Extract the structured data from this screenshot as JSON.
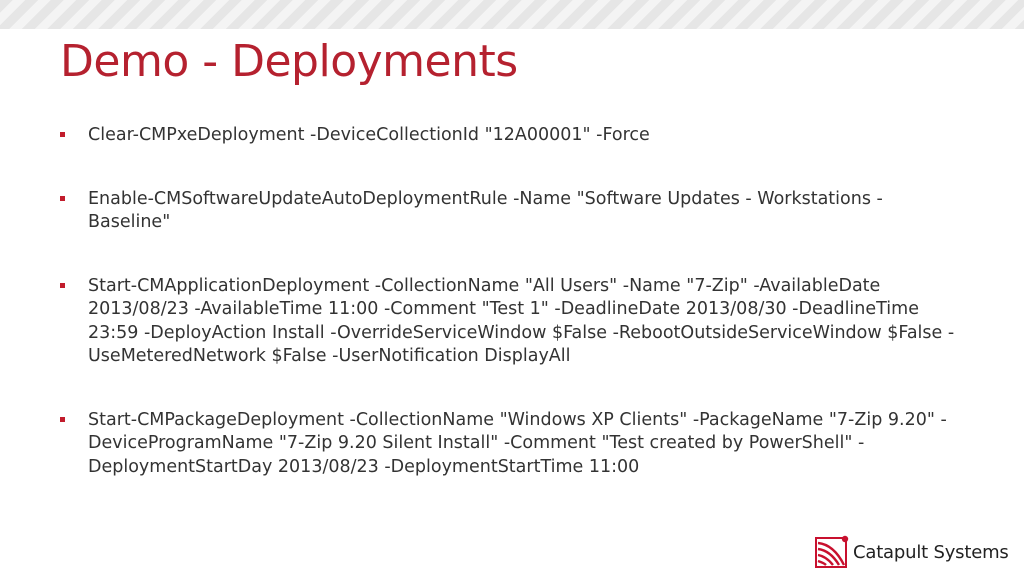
{
  "slide": {
    "title": "Demo - Deployments",
    "bullets": [
      "Clear-CMPxeDeployment -DeviceCollectionId \"12A00001\" -Force",
      "Enable-CMSoftwareUpdateAutoDeploymentRule -Name \"Software Updates - Workstations - Baseline\"",
      "Start-CMApplicationDeployment -CollectionName \"All Users\" -Name \"7-Zip\" -AvailableDate 2013/08/23 -AvailableTime 11:00 -Comment \"Test 1\" -DeadlineDate 2013/08/30 -DeadlineTime 23:59 -DeployAction Install -OverrideServiceWindow $False -RebootOutsideServiceWindow $False -UseMeteredNetwork $False -UserNotification DisplayAll",
      "Start-CMPackageDeployment -CollectionName \"Windows XP Clients\" -PackageName \"7-Zip 9.20\" -DeviceProgramName \"7-Zip 9.20 Silent Install\" -Comment \"Test created by PowerShell\" -DeploymentStartDay 2013/08/23 -DeploymentStartTime 11:00"
    ]
  },
  "logo": {
    "text": "Catapult Systems",
    "icon": "catapult-logo-icon"
  },
  "colors": {
    "title": "#b5212f",
    "bullet_marker": "#c21c2c",
    "body_text": "#333333",
    "logo_red": "#c8102e"
  }
}
